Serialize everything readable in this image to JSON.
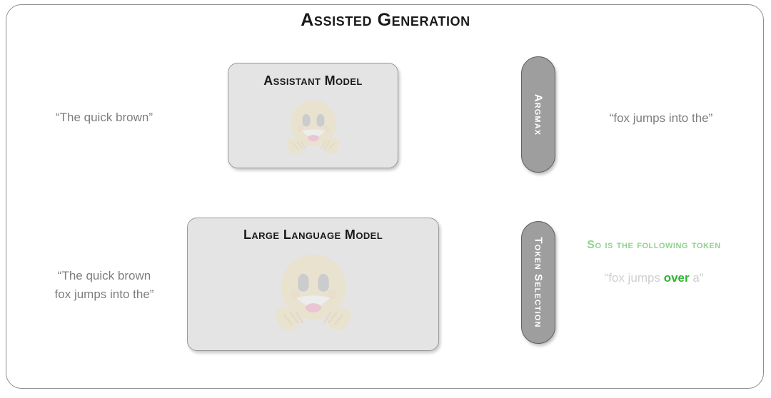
{
  "title": "Assisted Generation",
  "assistant": {
    "box_title": "Assistant Model",
    "input_text": "“The quick brown”",
    "output_text": "“fox jumps into the”",
    "pill_label": "Argmax"
  },
  "llm": {
    "box_title": "Large Language Model",
    "input_line1": "“The quick brown",
    "input_line2": "fox jumps into the”",
    "pill_label": "Token Selection"
  },
  "result": {
    "caption": "So is the following token",
    "prefix": "“fox jumps ",
    "highlight": "over",
    "suffix": " a”"
  },
  "icons": {
    "assistant_model_icon": "hugging-face-emoji",
    "llm_model_icon": "hugging-face-emoji"
  },
  "colors": {
    "frame_border": "#8d8d8d",
    "box_fill": "#e4e4e4",
    "box_border": "#9a9a9a",
    "pill_fill": "#9e9e9e",
    "pill_border": "#5f5f5f",
    "body_text": "#7d7d7d",
    "accent_green_light": "#8ed48e",
    "accent_green_strong": "#2fb52f",
    "faded_text": "#cfcfcf"
  }
}
